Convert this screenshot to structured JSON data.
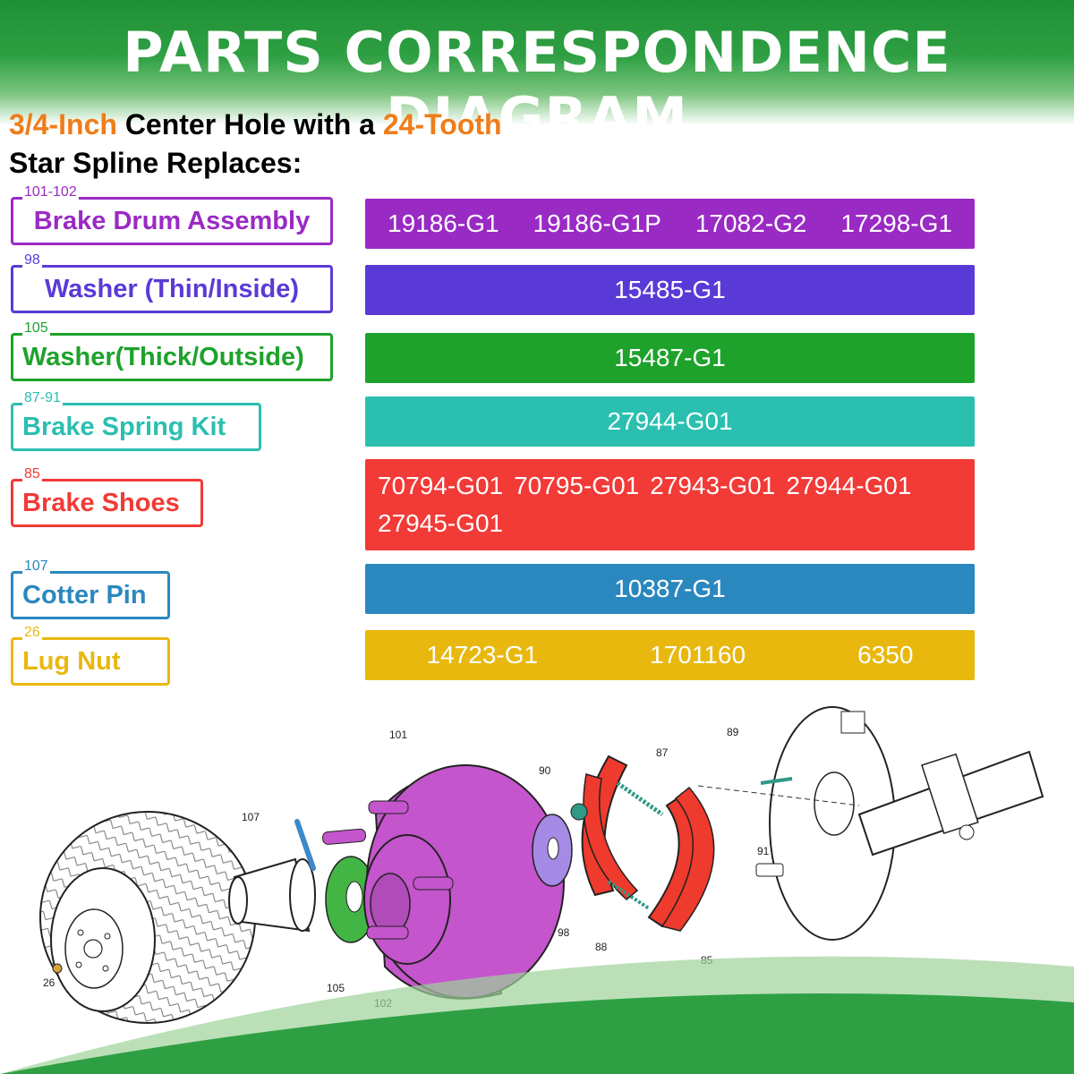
{
  "header": {
    "title": "PARTS CORRESPONDENCE DIAGRAM"
  },
  "intro": {
    "size": "3/4-Inch",
    "mid": " Center Hole with a ",
    "teeth": "24-Tooth",
    "line2": "Star Spline Replaces:"
  },
  "parts": [
    {
      "ref": "101-102",
      "name": "Brake Drum Assembly",
      "color": "#9a2ac4",
      "codes": [
        "19186-G1",
        "19186-G1P",
        "17082-G2",
        "17298-G1"
      ]
    },
    {
      "ref": "98",
      "name": "Washer (Thin/Inside)",
      "color": "#5a3ad6",
      "codes": [
        "15485-G1"
      ]
    },
    {
      "ref": "105",
      "name": "Washer(Thick/Outside)",
      "color": "#1ea22b",
      "codes": [
        "15487-G1"
      ]
    },
    {
      "ref": "87-91",
      "name": "Brake Spring Kit",
      "color": "#2bbfb0",
      "codes": [
        "27944-G01"
      ]
    },
    {
      "ref": "85",
      "name": "Brake Shoes",
      "color": "#f23a36",
      "codes": [
        "70794-G01",
        "70795-G01",
        "27943-G01",
        "27944-G01",
        "27945-G01"
      ]
    },
    {
      "ref": "107",
      "name": "Cotter Pin",
      "color": "#2a88bf",
      "codes": [
        "10387-G1"
      ]
    },
    {
      "ref": "26",
      "name": "Lug Nut",
      "color": "#e8b80f",
      "codes": [
        "14723-G1",
        "1701160",
        "6350"
      ]
    }
  ],
  "diagram": {
    "callouts": [
      "101",
      "107",
      "90",
      "87",
      "89",
      "91",
      "98",
      "88",
      "85",
      "105",
      "102",
      "26"
    ],
    "colors": {
      "drum": "#c455cc",
      "thin_washer": "#a58ae6",
      "thick_washer": "#43b545",
      "shoe": "#ef3a2e",
      "spring": "#2f9a85",
      "pin": "#3e88c8",
      "lug": "#d8a23a"
    }
  }
}
